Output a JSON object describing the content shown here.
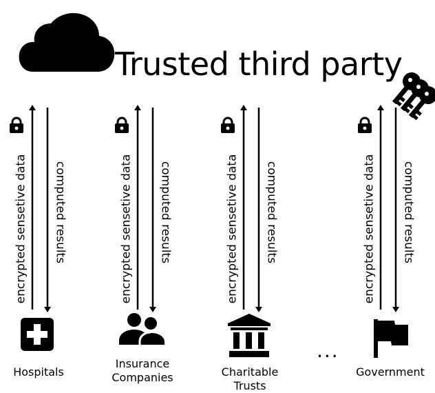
{
  "title": "Trusted third party",
  "columns": [
    {
      "up_label": "encrypted sensetive data",
      "down_label": "computed results",
      "entity": "Hospitals",
      "entity_line2": "",
      "icon": "hospital-icon"
    },
    {
      "up_label": "encrypted sensetive data",
      "down_label": "computed results",
      "entity": "Insurance",
      "entity_line2": "Companies",
      "icon": "people-icon"
    },
    {
      "up_label": "encrypted sensetive data",
      "down_label": "computed results",
      "entity": "Charitable",
      "entity_line2": "Trusts",
      "icon": "building-icon"
    },
    {
      "up_label": "encrypted sensetive data",
      "down_label": "computed results",
      "entity": "Government",
      "entity_line2": "",
      "icon": "flag-icon"
    }
  ],
  "ellipsis": "...",
  "icons": {
    "cloud": "cloud-icon",
    "keys": "keys-icon",
    "lock": "lock-icon"
  }
}
